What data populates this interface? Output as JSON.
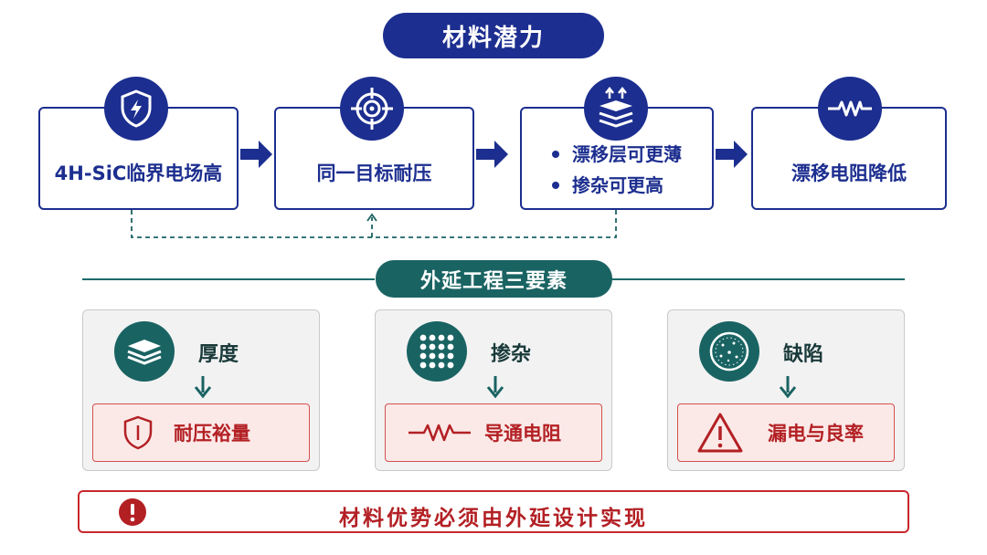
{
  "title": "材料潜力",
  "colors": {
    "navy": "#1c2e8f",
    "teal": "#1a6363",
    "red": "#b32024"
  },
  "flow": [
    {
      "label": "4H-SiC临界电场高",
      "icon": "shield-lightning-icon"
    },
    {
      "label": "同一目标耐压",
      "icon": "crosshair-target-icon"
    },
    {
      "bullets": [
        "漂移层可更薄",
        "掺杂可更高"
      ],
      "icon": "stacked-layers-up-arrows-icon"
    },
    {
      "label": "漂移电阻降低",
      "icon": "resistor-icon"
    }
  ],
  "section_title": "外延工程三要素",
  "factors": [
    {
      "label": "厚度",
      "icon": "stacked-layers-icon",
      "effect": "耐压裕量",
      "effect_icon": "shield-icon"
    },
    {
      "label": "掺杂",
      "icon": "dot-grid-icon",
      "effect": "导通电阻",
      "effect_icon": "resistor-icon"
    },
    {
      "label": "缺陷",
      "icon": "wafer-defect-icon",
      "effect": "漏电与良率",
      "effect_icon": "warning-triangle-icon"
    }
  ],
  "conclusion": "材料优势必须由外延设计实现",
  "conclusion_icon": "exclamation-circle-icon"
}
